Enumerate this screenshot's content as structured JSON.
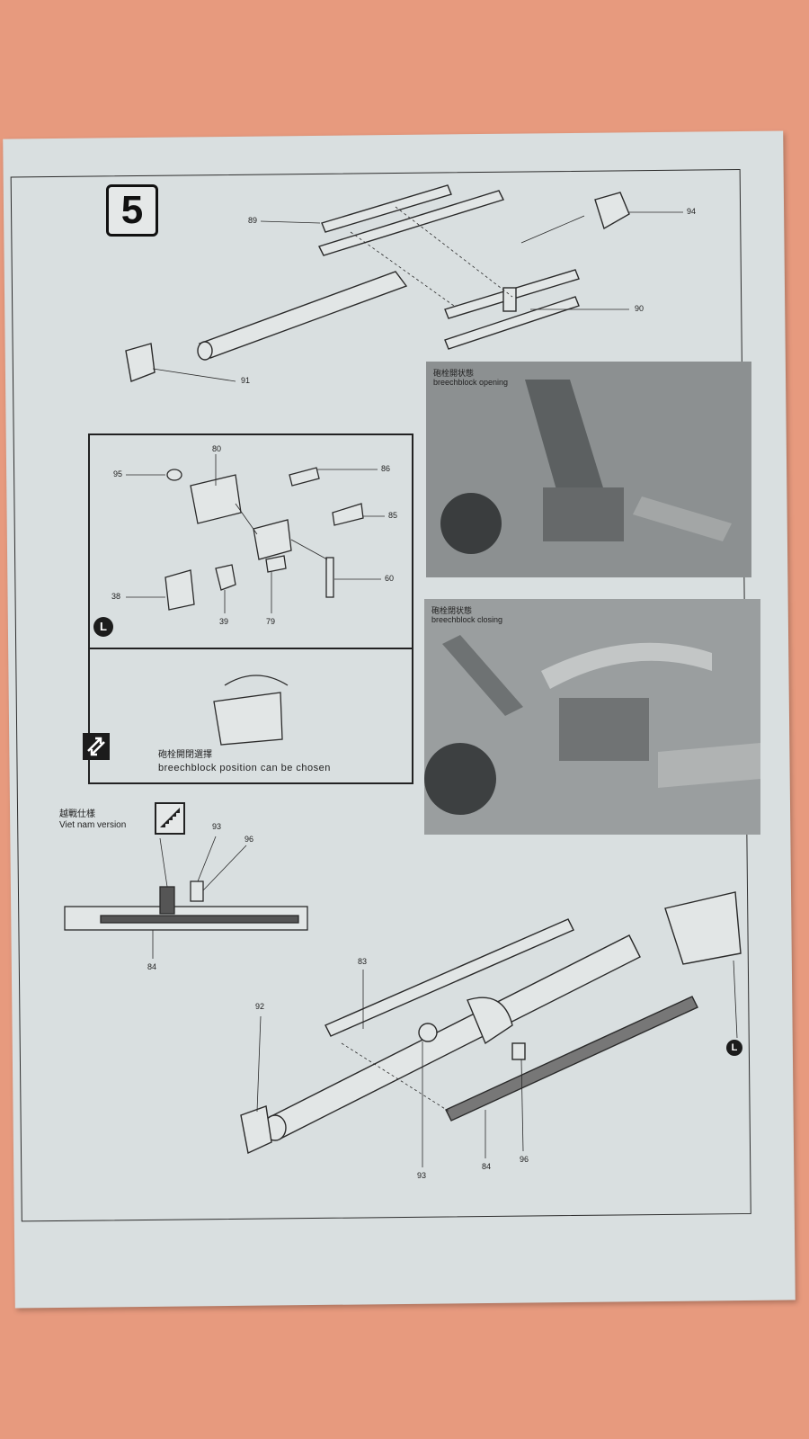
{
  "step": {
    "number": "5"
  },
  "top_callouts": {
    "c89": "89",
    "c94": "94",
    "c90": "90",
    "c91": "91"
  },
  "box_l": {
    "callouts": {
      "c95": "95",
      "c80": "80",
      "c86": "86",
      "c85": "85",
      "c60": "60",
      "c38": "38",
      "c39": "39",
      "c79": "79"
    },
    "l_marker": "L",
    "choice_cn": "砲栓開閉選擇",
    "choice_en": "breechblock position can be chosen"
  },
  "photos": {
    "open": {
      "cn": "砲栓開状態",
      "en": "breechblock opening"
    },
    "closing": {
      "cn": "砲栓閉状態",
      "en": "breechblock closing"
    }
  },
  "viet": {
    "cn": "越戰仕樣",
    "en": "Viet nam version",
    "callouts": {
      "c93": "93",
      "c96": "96",
      "c84": "84"
    }
  },
  "bottom_callouts": {
    "c83": "83",
    "c92": "92",
    "c93": "93",
    "c84": "84",
    "c96": "96",
    "l_marker": "L"
  },
  "colors": {
    "sheet": "#d9dfe0",
    "background": "#e79a7e",
    "ink": "#222222",
    "photo_gray": "#8f9394"
  }
}
